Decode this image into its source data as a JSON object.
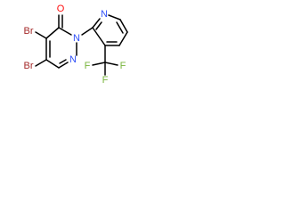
{
  "molecule": {
    "atoms": {
      "br_upper": {
        "symbol": "Br",
        "color": "#a52a2a"
      },
      "br_lower": {
        "symbol": "Br",
        "color": "#a52a2a"
      },
      "carbonyl_o": {
        "symbol": "O",
        "color": "#ff0d0d"
      },
      "pyridazine_n1": {
        "symbol": "N",
        "color": "#3050f8"
      },
      "pyridazine_n2": {
        "symbol": "N",
        "color": "#3050f8"
      },
      "pyridine_n": {
        "symbol": "N",
        "color": "#3050f8"
      },
      "fluorine_1": {
        "symbol": "F",
        "color": "#78b43c"
      },
      "fluorine_2": {
        "symbol": "F",
        "color": "#78b43c"
      },
      "fluorine_3": {
        "symbol": "F",
        "color": "#78b43c"
      }
    },
    "bond_color": "#000000"
  }
}
